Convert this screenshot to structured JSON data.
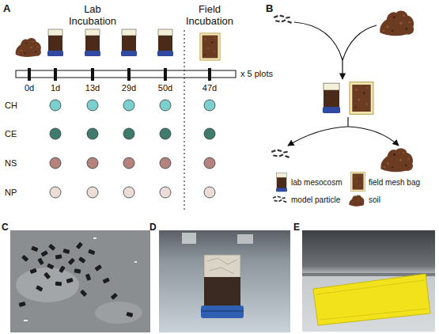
{
  "diagram": {
    "labels": [
      "A",
      "Lab Incubation",
      "Field Incubation",
      "0d",
      "1d",
      "13d",
      "29d",
      "50d",
      "47d",
      "x 5 plots",
      "CH",
      "CE",
      "NS",
      "NP",
      "B",
      "C",
      "D",
      "E"
    ],
    "legend": [
      {
        "text": "lab mesocosm"
      },
      {
        "text": "field mesh bag"
      },
      {
        "text": "model particle"
      },
      {
        "text": "soil"
      }
    ]
  }
}
